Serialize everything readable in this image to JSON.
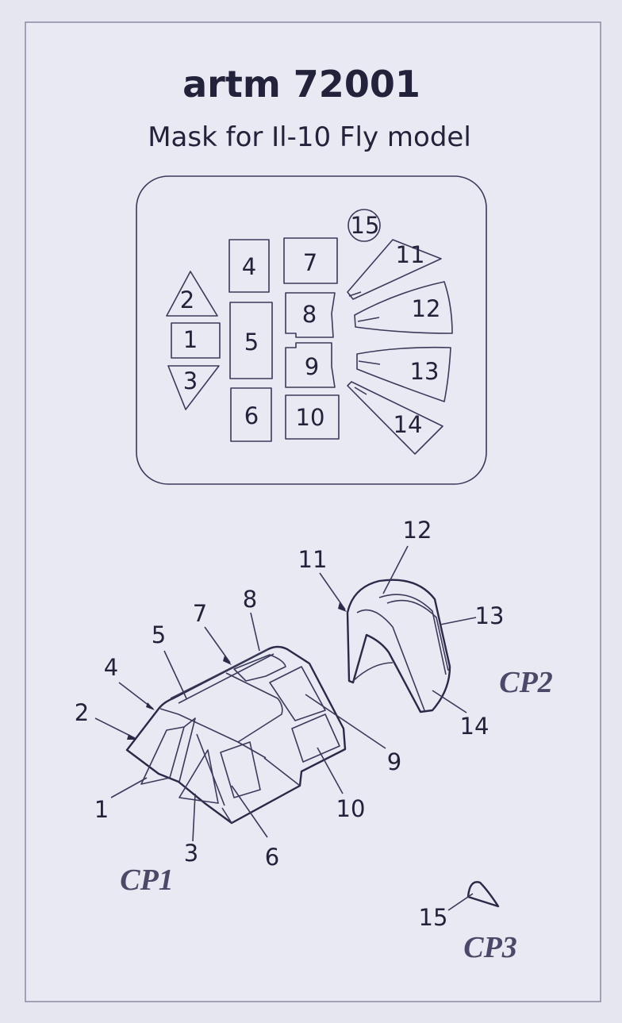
{
  "title": "artm 72001",
  "subtitle": "Mask for Il-10 Fly model",
  "colors": {
    "background": "#e6e6f0",
    "ink": "#22223a",
    "cp_label": "#4a4a68"
  },
  "mask_sheet": {
    "parts": [
      "1",
      "2",
      "3",
      "4",
      "5",
      "6",
      "7",
      "8",
      "9",
      "10",
      "11",
      "12",
      "13",
      "14",
      "15"
    ]
  },
  "assembly": {
    "callouts": [
      "1",
      "2",
      "3",
      "4",
      "5",
      "6",
      "7",
      "8",
      "9",
      "10",
      "11",
      "12",
      "13",
      "14",
      "15"
    ],
    "groups": [
      "CP1",
      "CP2",
      "CP3"
    ]
  }
}
